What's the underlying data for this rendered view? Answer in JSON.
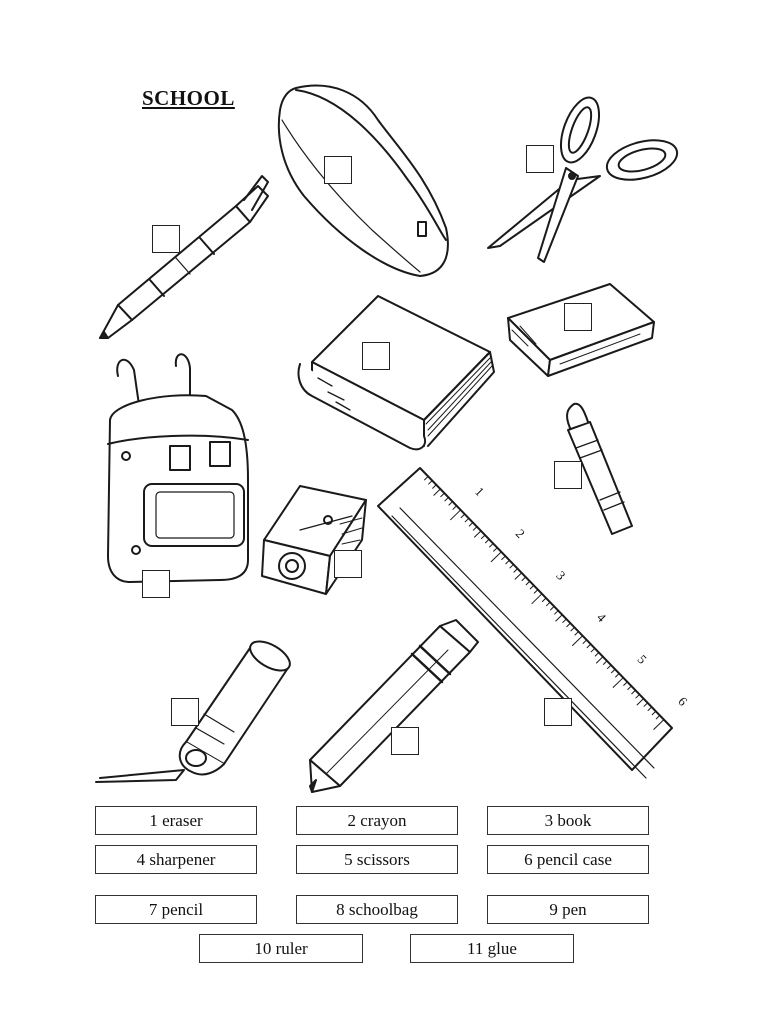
{
  "worksheet": {
    "title": "SCHOOL",
    "word_bank": [
      {
        "label": "1 eraser"
      },
      {
        "label": "2 crayon"
      },
      {
        "label": "3 book"
      },
      {
        "label": "4 sharpener"
      },
      {
        "label": "5 scissors"
      },
      {
        "label": "6 pencil case"
      },
      {
        "label": "7 pencil"
      },
      {
        "label": "8 schoolbag"
      },
      {
        "label": "9 pen"
      },
      {
        "label": "10 ruler"
      },
      {
        "label": "11 glue"
      }
    ],
    "ruler_numbers": [
      "1",
      "2",
      "3",
      "4",
      "5",
      "6"
    ],
    "illustrations": [
      "pen",
      "pencil case",
      "scissors",
      "book",
      "eraser",
      "schoolbag",
      "sharpener",
      "crayon",
      "ruler",
      "glue",
      "pencil"
    ]
  }
}
